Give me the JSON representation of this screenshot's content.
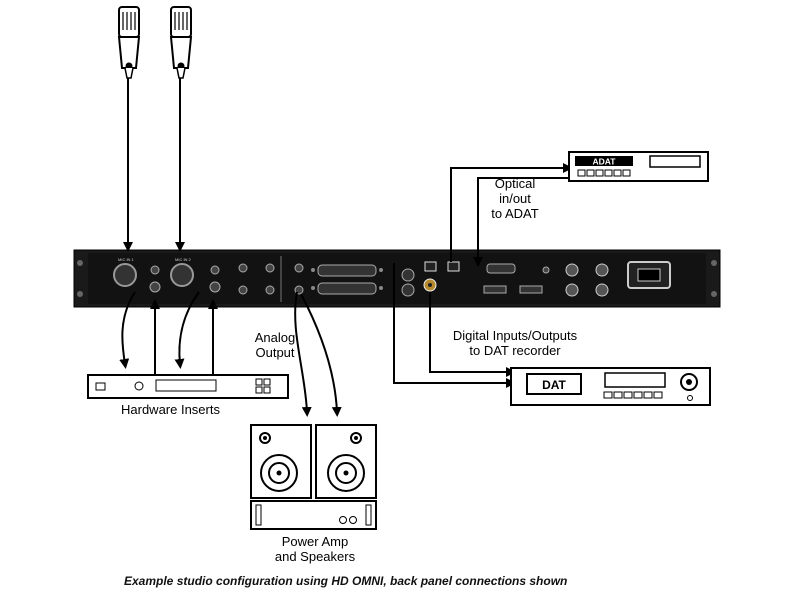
{
  "labels": {
    "optical": [
      "Optical",
      "in/out",
      "to ADAT"
    ],
    "analog_output": [
      "Analog",
      "Output"
    ],
    "digital_io": [
      "Digital Inputs/Outputs",
      "to DAT recorder"
    ],
    "hardware_inserts": "Hardware Inserts",
    "power_amp": [
      "Power Amp",
      "and Speakers"
    ]
  },
  "devices": {
    "adat": "ADAT",
    "dat": "DAT"
  },
  "caption": "Example studio configuration using HD OMNI, back panel connections shown"
}
